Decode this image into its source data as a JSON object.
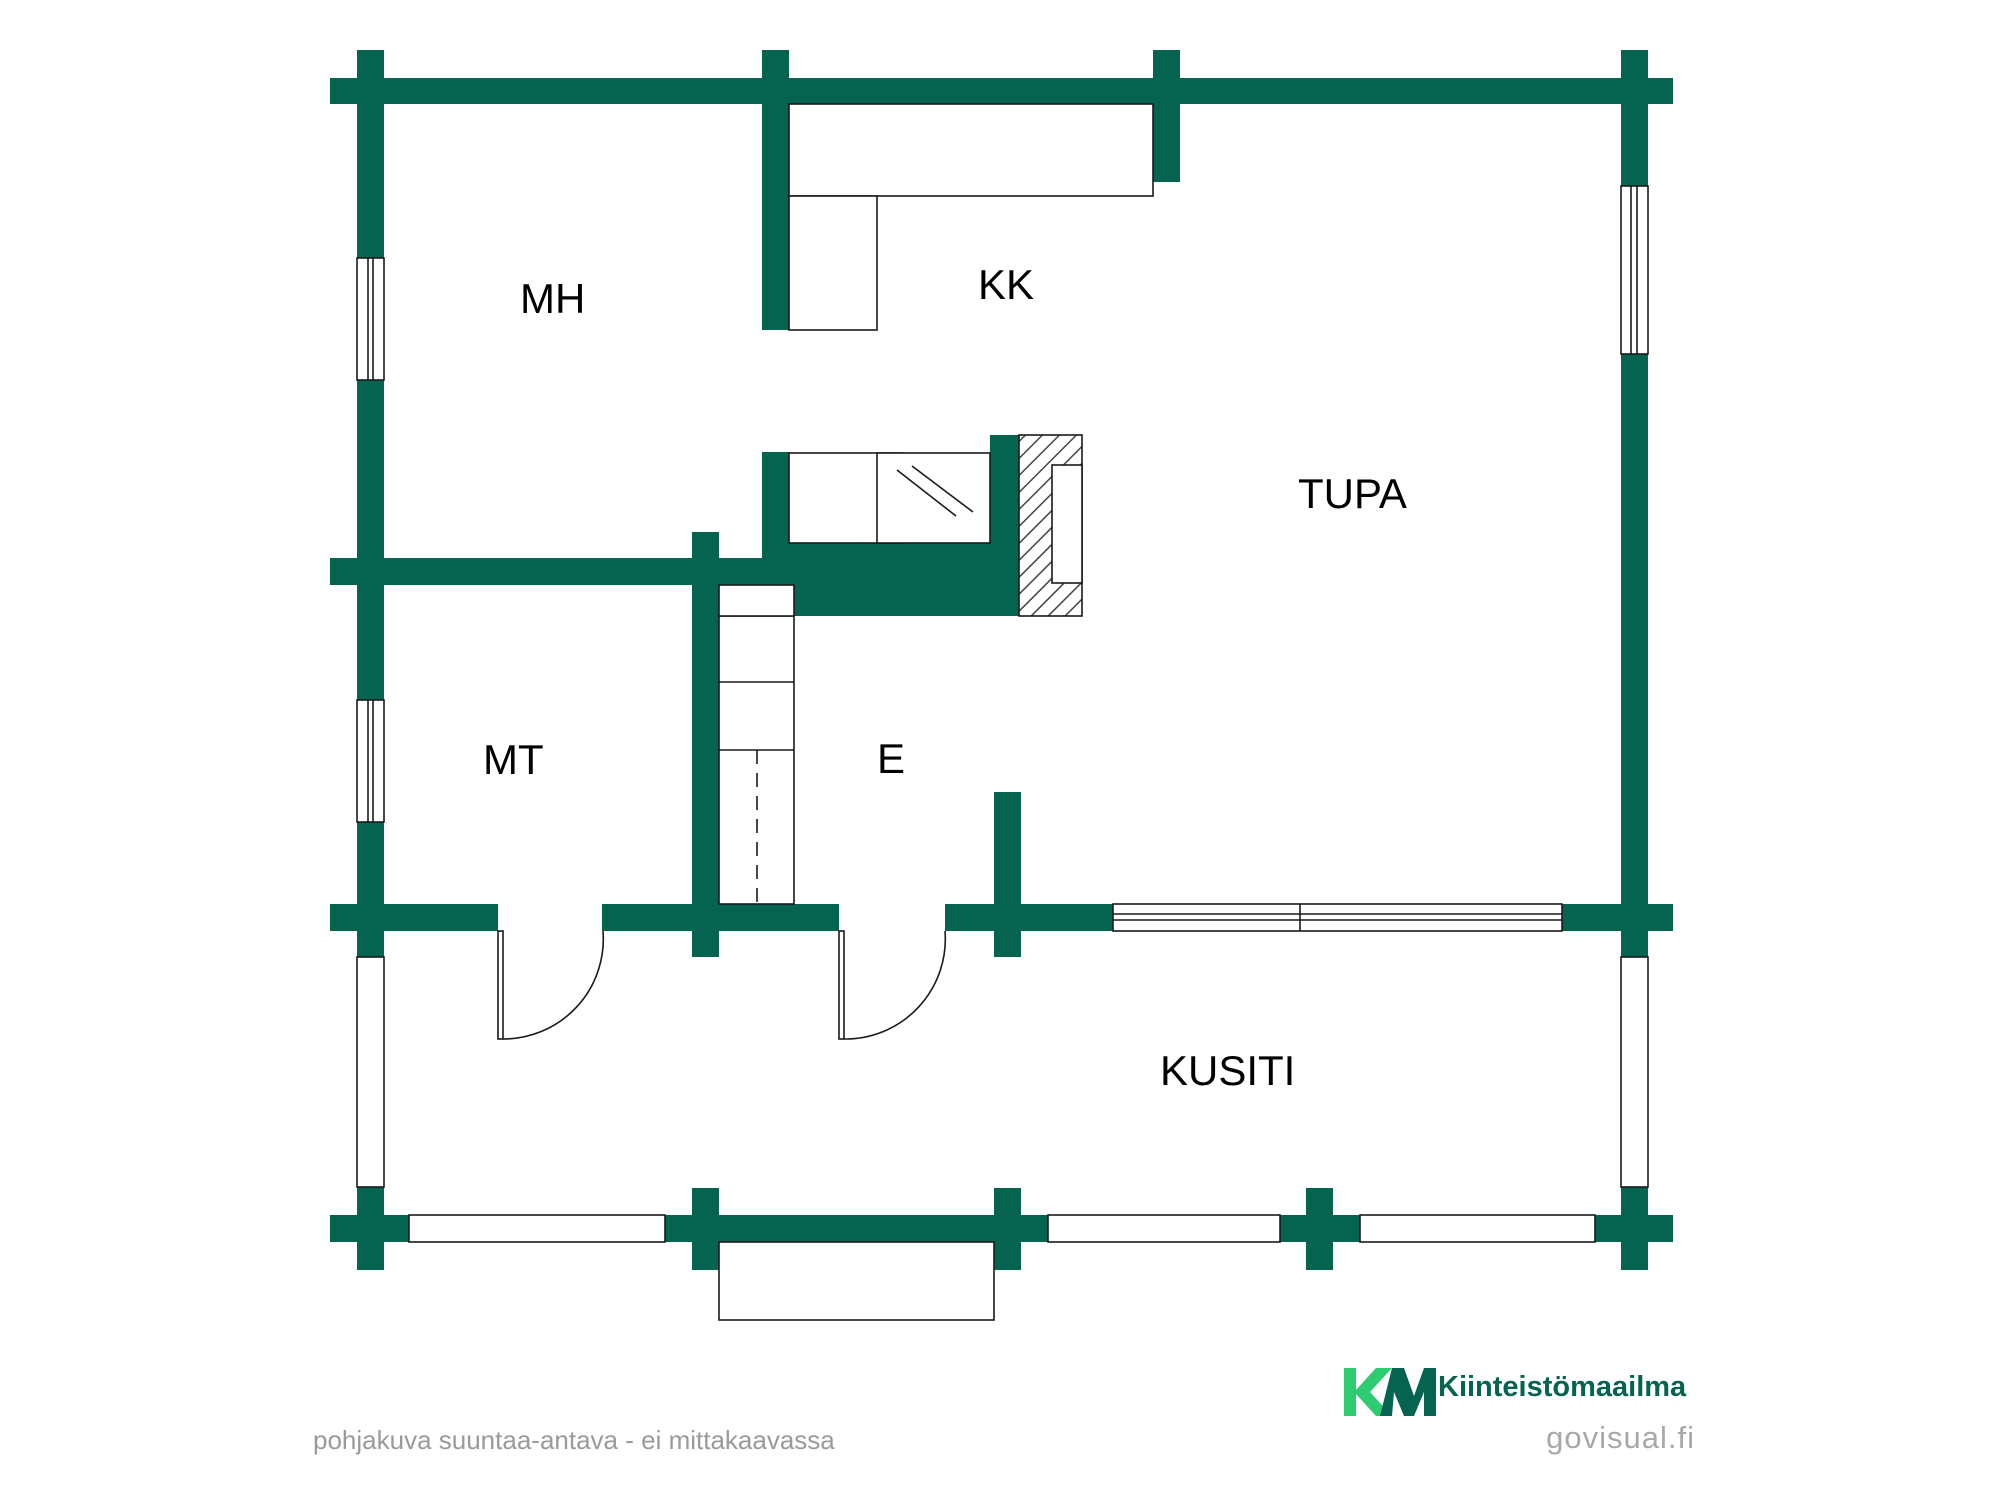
{
  "rooms": {
    "mh": "MH",
    "kk": "KK",
    "tupa": "TUPA",
    "mt": "MT",
    "e": "E",
    "kusiti": "KUSITI"
  },
  "footer": {
    "note": "pohjakuva suuntaa-antava - ei mittakaavassa",
    "credit": "govisual.fi"
  },
  "brand": {
    "logo_icon": "km-logo-icon",
    "name": "Kiinteistömaailma",
    "name_color": "#046450",
    "logo_color_light": "#2ecc71"
  },
  "colors": {
    "wall": "#046450",
    "line": "#1a1a1a",
    "background": "#ffffff"
  }
}
